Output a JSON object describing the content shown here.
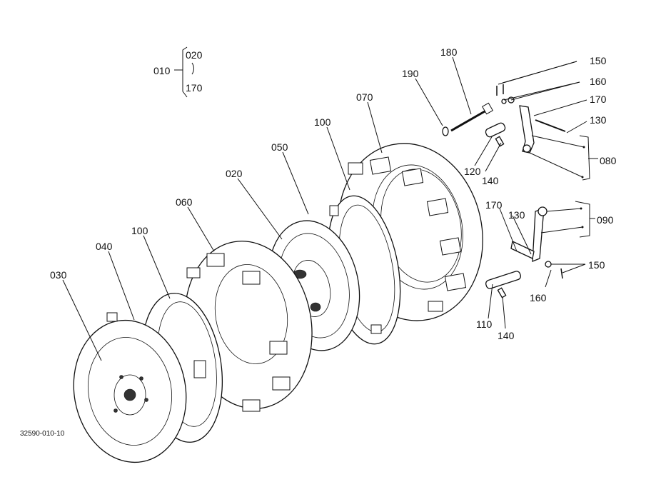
{
  "drawing_code": "32590-010-10",
  "group_header": {
    "main": "010",
    "first": "020",
    "last": "170"
  },
  "callouts": {
    "c030": "030",
    "c040": "040",
    "c100a": "100",
    "c060": "060",
    "c020": "020",
    "c050": "050",
    "c100b": "100",
    "c070": "070",
    "c190": "190",
    "c180": "180",
    "c150a": "150",
    "c160a": "160",
    "c170a": "170",
    "c130a": "130",
    "c080": "080",
    "c120": "120",
    "c140a": "140",
    "c170b": "170",
    "c130b": "130",
    "c090": "090",
    "c150b": "150",
    "c160b": "160",
    "c110": "110",
    "c140b": "140"
  }
}
